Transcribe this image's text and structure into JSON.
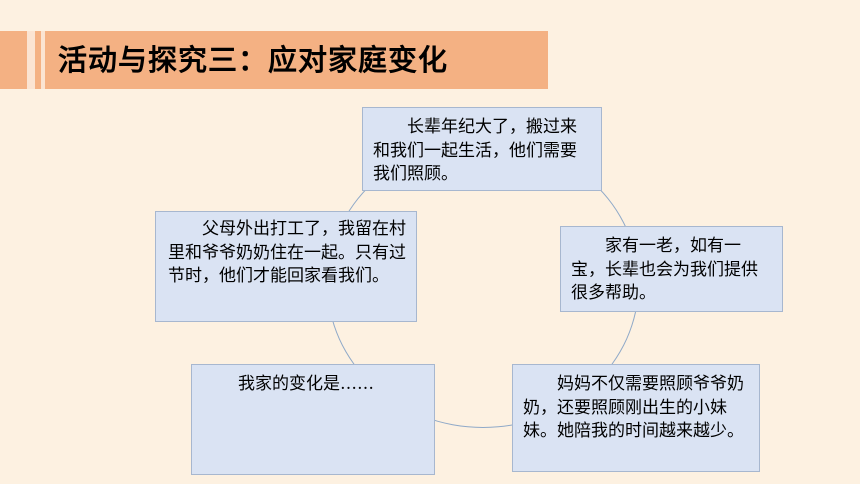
{
  "title": "活动与探究三：应对家庭变化",
  "boxes": {
    "top": "长辈年纪大了，搬过来和我们一起生活，他们需要我们照顾。",
    "right": "家有一老，如有一宝，长辈也会为我们提供很多帮助。",
    "bottom_right": "妈妈不仅需要照顾爷爷奶奶，还要照顾刚出生的小妹妹。她陪我的时间越来越少。",
    "bottom_left": "我家的变化是……",
    "left": "父母外出打工了，我留在村里和爷爷奶奶住在一起。只有过节时，他们才能回家看我们。"
  },
  "colors": {
    "background": "#fdf1e1",
    "title_bar": "#f4b183",
    "box_fill": "#dae3f3",
    "circle": "#8fa9c8"
  }
}
